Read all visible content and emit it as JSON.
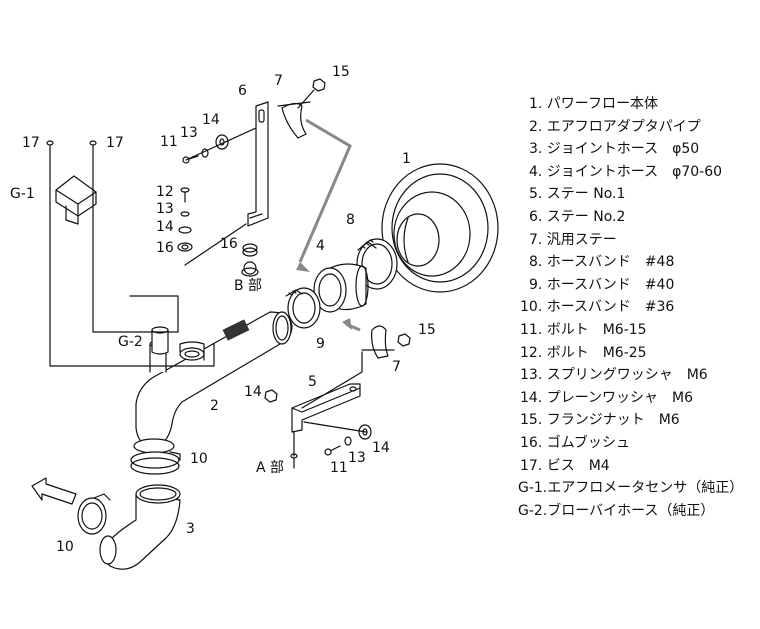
{
  "callouts": [
    {
      "id": "c1",
      "text": "1"
    },
    {
      "id": "c2",
      "text": "2"
    },
    {
      "id": "c3",
      "text": "3"
    },
    {
      "id": "c4",
      "text": "4"
    },
    {
      "id": "c5",
      "text": "5"
    },
    {
      "id": "c6",
      "text": "6"
    },
    {
      "id": "c7a",
      "text": "7"
    },
    {
      "id": "c7b",
      "text": "7"
    },
    {
      "id": "c8",
      "text": "8"
    },
    {
      "id": "c9",
      "text": "9"
    },
    {
      "id": "c10a",
      "text": "10"
    },
    {
      "id": "c10b",
      "text": "10"
    },
    {
      "id": "c11a",
      "text": "11"
    },
    {
      "id": "c11b",
      "text": "11"
    },
    {
      "id": "c12",
      "text": "12"
    },
    {
      "id": "c13a",
      "text": "13"
    },
    {
      "id": "c13b",
      "text": "13"
    },
    {
      "id": "c13c",
      "text": "13"
    },
    {
      "id": "c14a",
      "text": "14"
    },
    {
      "id": "c14b",
      "text": "14"
    },
    {
      "id": "c14c",
      "text": "14"
    },
    {
      "id": "c14d",
      "text": "14"
    },
    {
      "id": "c15a",
      "text": "15"
    },
    {
      "id": "c15b",
      "text": "15"
    },
    {
      "id": "c16a",
      "text": "16"
    },
    {
      "id": "c16b",
      "text": "16"
    },
    {
      "id": "c17a",
      "text": "17"
    },
    {
      "id": "c17b",
      "text": "17"
    },
    {
      "id": "cg1",
      "text": "G-1"
    },
    {
      "id": "cg2",
      "text": "G-2"
    },
    {
      "id": "cA",
      "text": "A 部"
    },
    {
      "id": "cB",
      "text": "B 部"
    }
  ],
  "parts_list": [
    "1. パワーフロー本体",
    "2. エアフロアダプタパイプ",
    "3. ジョイントホース　φ50",
    "4. ジョイントホース　φ70-60",
    "5. ステー No.1",
    "6. ステー No.2",
    "7. 汎用ステー",
    "8. ホースバンド　#48",
    "9. ホースバンド　#40",
    "10. ホースバンド　#36",
    "11. ボルト　M6-15",
    "12. ボルト　M6-25",
    "13. スプリングワッシャ　M6",
    "14. プレーンワッシャ　M6",
    "15. フランジナット　M6",
    "16. ゴムブッシュ",
    "17. ビス　M4",
    "G-1.エアフロメータセンサ（純正）",
    "G-2.ブローバイホース（純正）"
  ]
}
